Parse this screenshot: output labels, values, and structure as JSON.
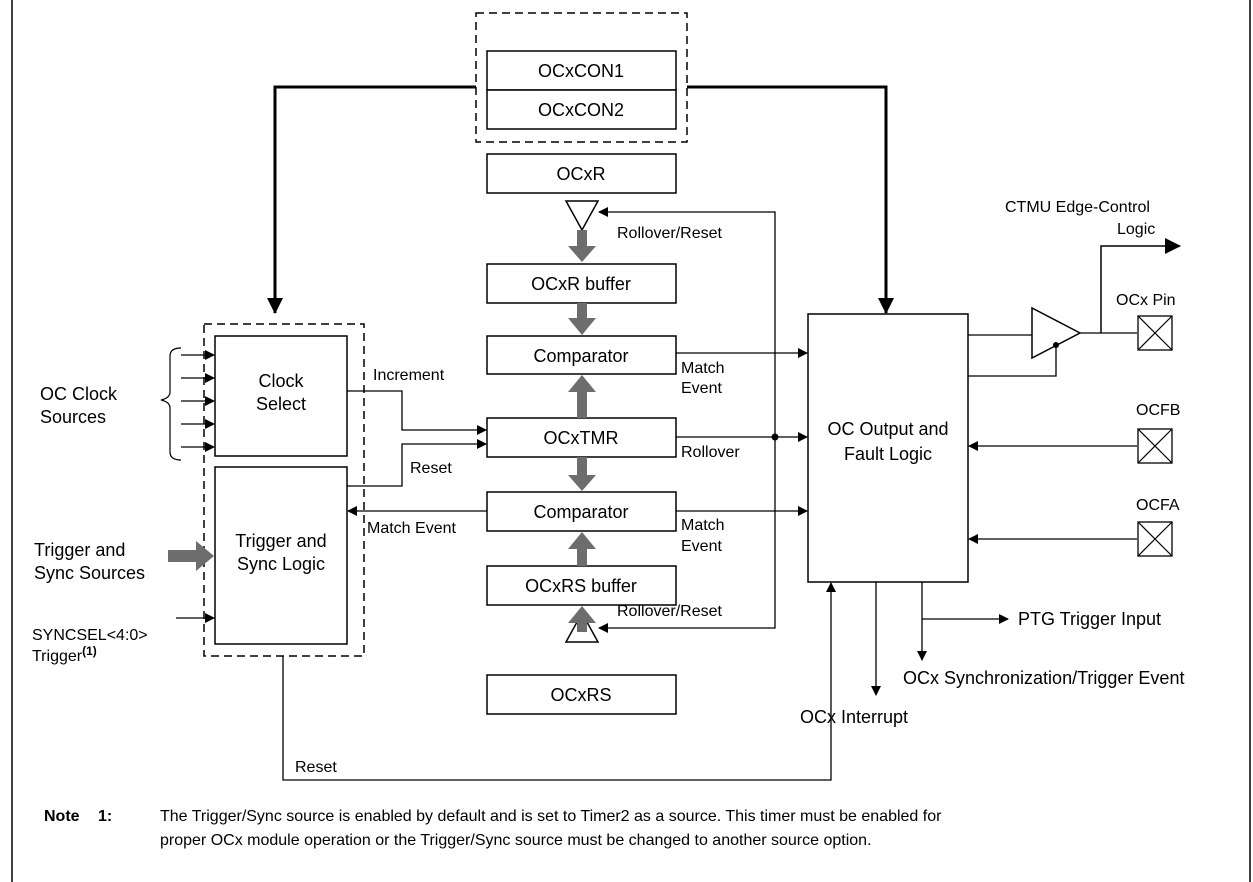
{
  "blocks": {
    "ocxcon1": "OCxCON1",
    "ocxcon2": "OCxCON2",
    "ocxr": "OCxR",
    "ocxr_buffer": "OCxR buffer",
    "comparator_top": "Comparator",
    "ocxtmr": "OCxTMR",
    "comparator_bottom": "Comparator",
    "ocxrs_buffer": "OCxRS buffer",
    "ocxrs": "OCxRS",
    "clock_select": [
      "Clock",
      "Select"
    ],
    "trigger_sync_logic": [
      "Trigger and",
      "Sync Logic"
    ],
    "oc_output_fault": [
      "OC Output and",
      "Fault Logic"
    ]
  },
  "labels": {
    "oc_clock_sources": [
      "OC Clock",
      "Sources"
    ],
    "trigger_sync_sources": [
      "Trigger and",
      "Sync Sources"
    ],
    "syncsel": "SYNCSEL<4:0>",
    "trigger_note": "Trigger",
    "trigger_note_ref": "(1)",
    "increment": "Increment",
    "reset_clock": "Reset",
    "match_event_top": [
      "Match",
      "Event"
    ],
    "rollover": "Rollover",
    "match_event_bottom": [
      "Match",
      "Event"
    ],
    "match_event_left": "Match Event",
    "rollover_reset_top": "Rollover/Reset",
    "rollover_reset_bottom": "Rollover/Reset",
    "ctmu": [
      "CTMU Edge-Control",
      "Logic"
    ],
    "ocx_pin": "OCx Pin",
    "ocfb": "OCFB",
    "ocfa": "OCFA",
    "ptg_trigger": "PTG Trigger Input",
    "ocx_sync_event": "OCx Synchronization/Trigger Event",
    "ocx_interrupt": "OCx Interrupt",
    "reset_bottom": "Reset"
  },
  "note": {
    "label": "Note",
    "number": "1:",
    "lines": [
      "The Trigger/Sync source is enabled by default and is set to Timer2 as a source. This timer must be enabled for",
      "proper OCx module operation or the Trigger/Sync source must be changed to another source option."
    ]
  }
}
